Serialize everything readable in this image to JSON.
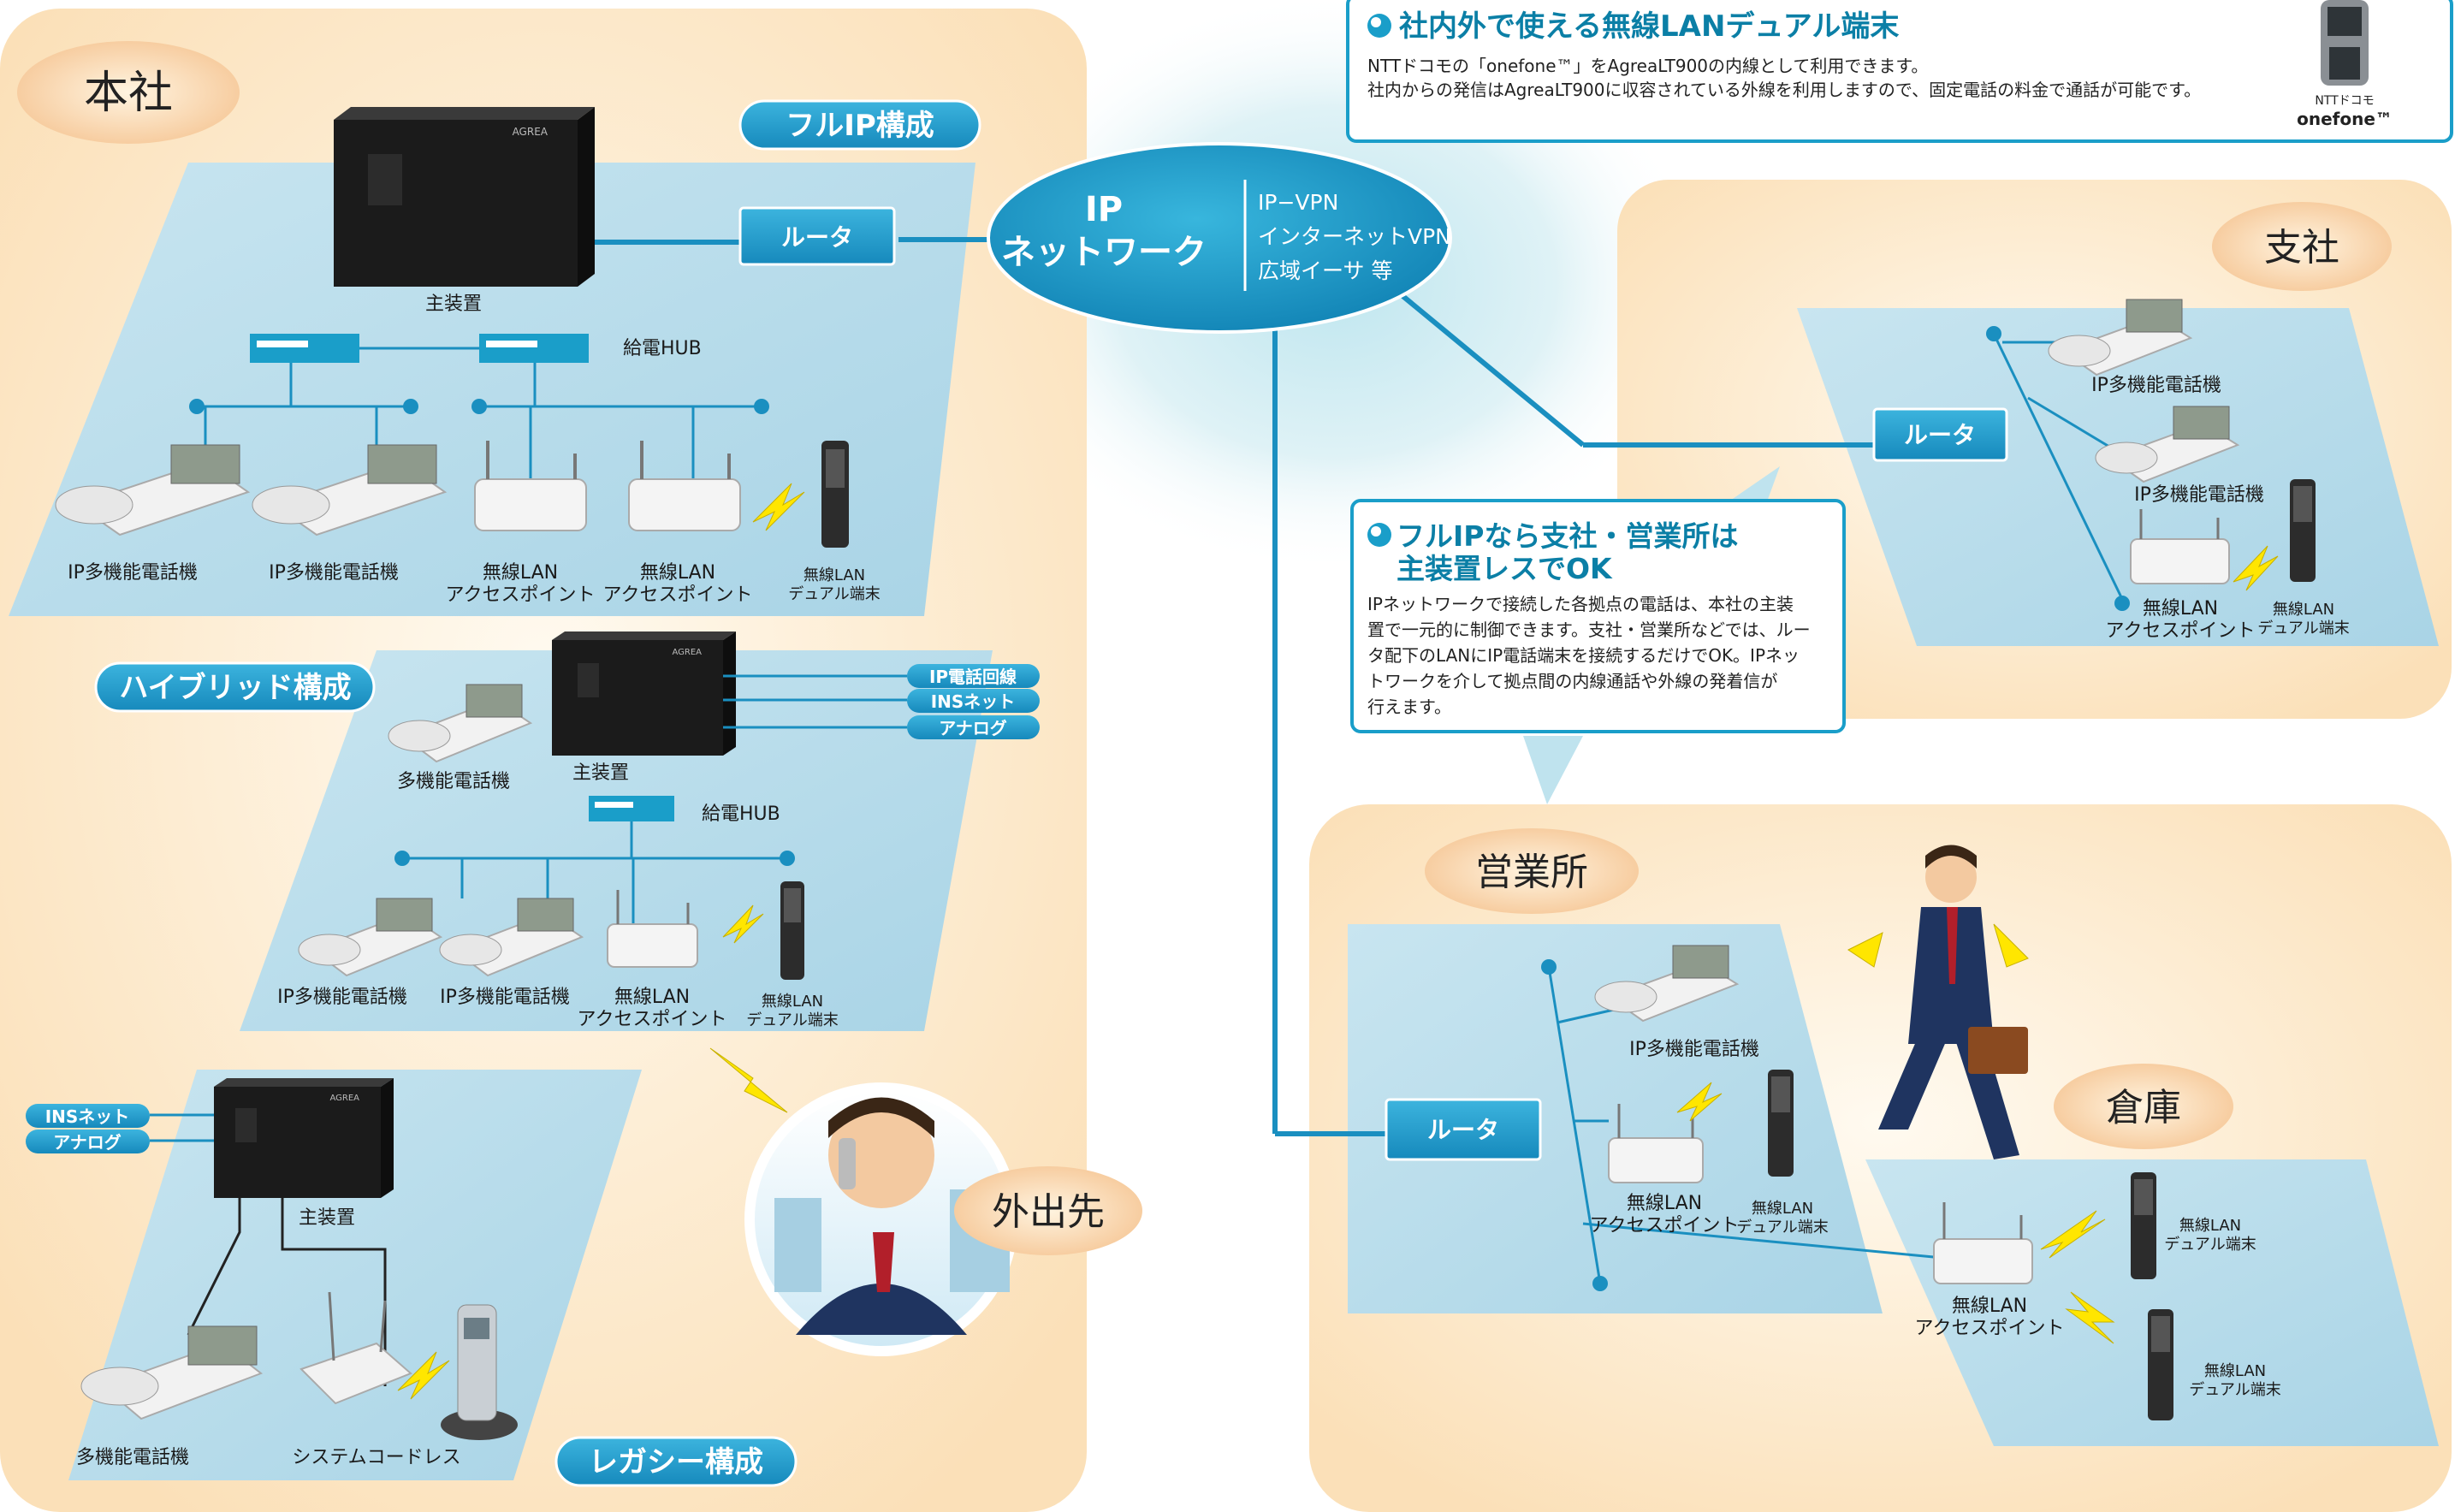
{
  "colors": {
    "site_bg": "#fde8c6",
    "floor": "#b9dcea",
    "accent": "#1a9ec9",
    "line": "#1a8fc0",
    "dark": "#1b1b1b"
  },
  "sites": {
    "hq": "本社",
    "branch": "支社",
    "sales": "営業所",
    "warehouse": "倉庫",
    "outside": "外出先"
  },
  "configs": {
    "full_ip": "フルIP構成",
    "hybrid": "ハイブリッド構成",
    "legacy": "レガシー構成"
  },
  "network": {
    "title_1": "IP",
    "title_2": "ネットワーク",
    "types": [
      "IP−VPN",
      "インターネットVPN",
      "広域イーサ 等"
    ]
  },
  "labels": {
    "router": "ルータ",
    "main_unit": "主装置",
    "poe_hub": "給電HUB",
    "ip_phone": "IP多機能電話機",
    "phone": "多機能電話機",
    "wlan_ap_1": "無線LAN",
    "wlan_ap_2": "アクセスポイント",
    "dual_1": "無線LAN",
    "dual_2": "デュアル端末",
    "cordless": "システムコードレス",
    "ip_line": "IP電話回線",
    "ins": "INSネット",
    "analog": "アナログ",
    "brand": "AGREA"
  },
  "info_top": {
    "heading": "社内外で使える無線LANデュアル端末",
    "line_1": "NTTドコモの「onefone™」をAgreaLT900の内線として利用できます。",
    "line_2": "社内からの発信はAgreaLT900に収容されている外線を利用しますので、固定電話の料金で通話が可能です。",
    "device_caption_1": "NTTドコモ",
    "device_caption_2": "onefone™"
  },
  "info_mid": {
    "heading_1": "フルIPなら支社・営業所は",
    "heading_2": "主装置レスでOK",
    "body": [
      "IPネットワークで接続した各拠点の電話は、本社の主装",
      "置で一元的に制御できます。支社・営業所などでは、ルー",
      "タ配下のLANにIP電話端末を接続するだけでOK。IPネッ",
      "トワークを介して拠点間の内線通話や外線の発着信が",
      "行えます。"
    ]
  }
}
